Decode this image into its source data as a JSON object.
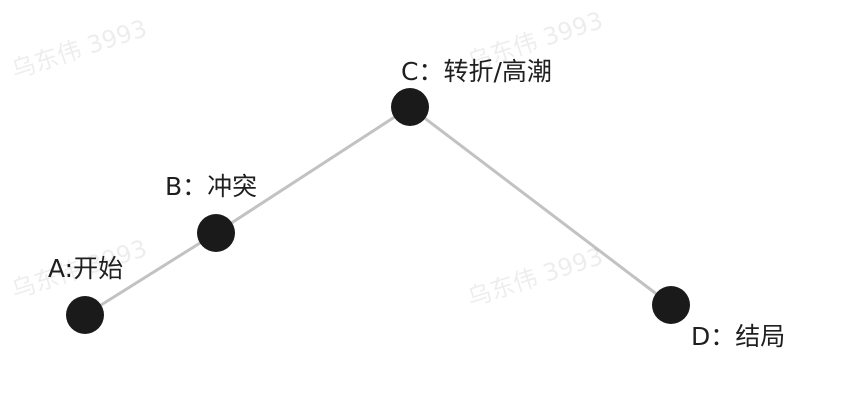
{
  "diagram": {
    "nodes": [
      {
        "id": "A",
        "label": "A:开始"
      },
      {
        "id": "B",
        "label": "B：冲突"
      },
      {
        "id": "C",
        "label": "C：转折/高潮"
      },
      {
        "id": "D",
        "label": "D：结局"
      }
    ],
    "edges": [
      {
        "from": "A",
        "to": "B"
      },
      {
        "from": "B",
        "to": "C"
      },
      {
        "from": "C",
        "to": "D"
      }
    ],
    "colors": {
      "node_fill": "#1a1a1a",
      "edge_stroke": "#c2c2c4",
      "label_text": "#1f1f1f"
    }
  },
  "watermark": {
    "text": "乌东伟 3993"
  }
}
